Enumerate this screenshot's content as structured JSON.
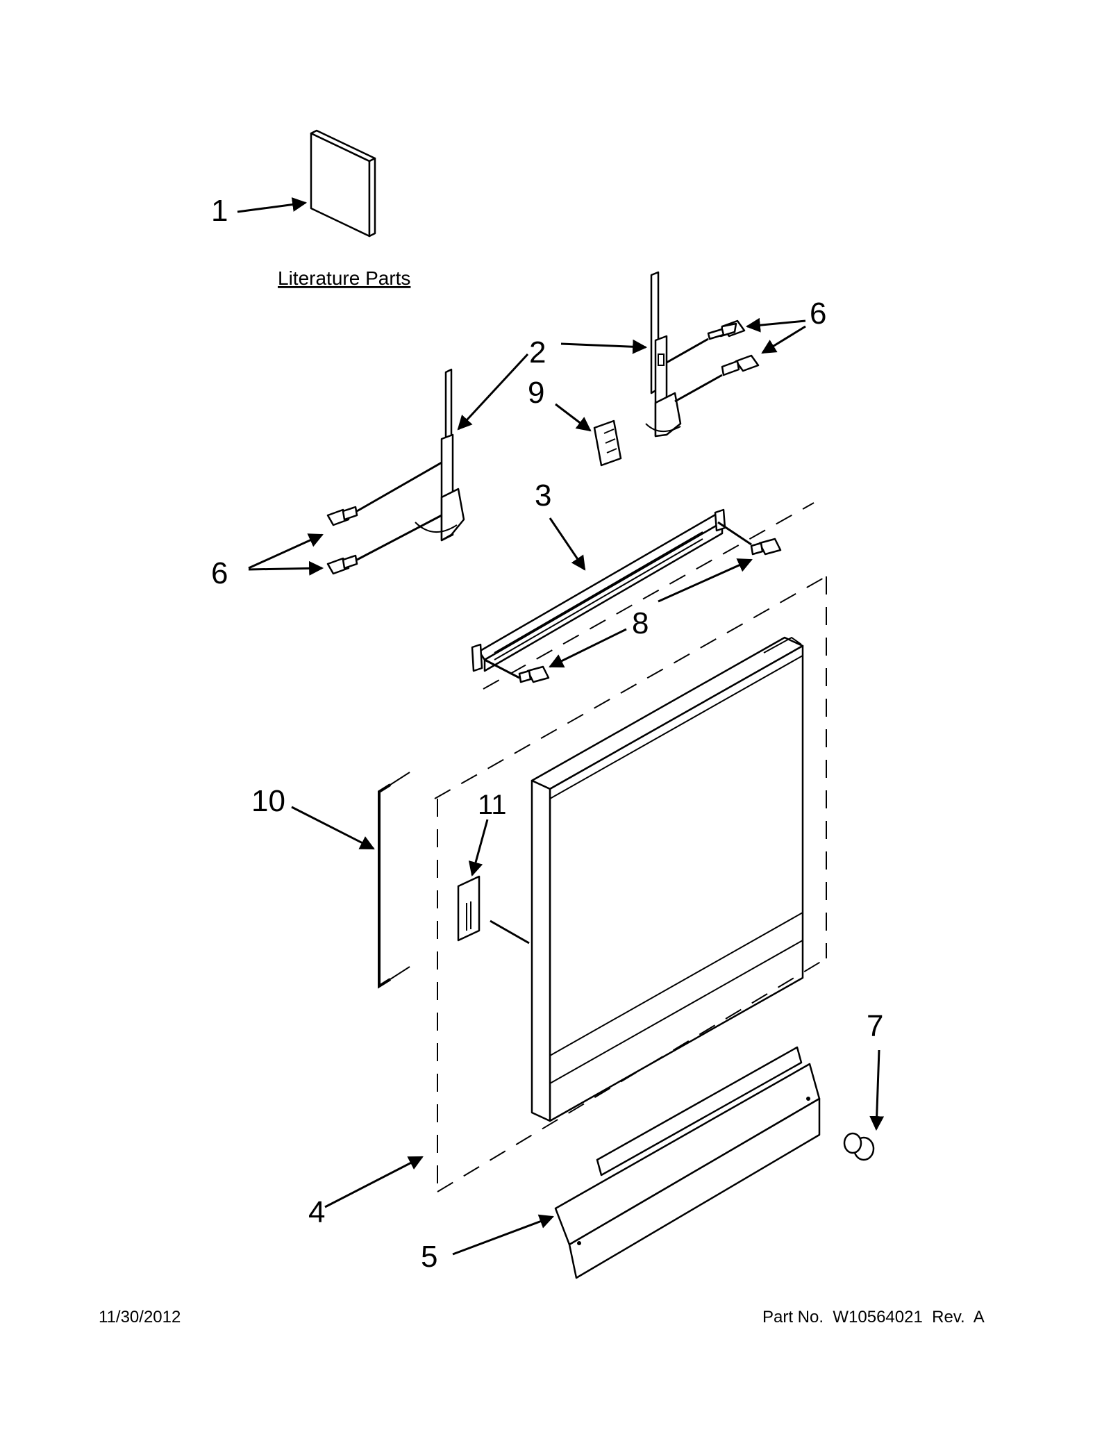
{
  "header": {
    "literature_label": "Literature Parts"
  },
  "callouts": {
    "c1": "1",
    "c2": "2",
    "c3": "3",
    "c4": "4",
    "c5": "5",
    "c6a": "6",
    "c6b": "6",
    "c7": "7",
    "c8": "8",
    "c9": "9",
    "c10": "10",
    "c11": "11"
  },
  "footer": {
    "date": "11/30/2012",
    "part_number": "Part No.  W10564021  Rev.  A"
  }
}
